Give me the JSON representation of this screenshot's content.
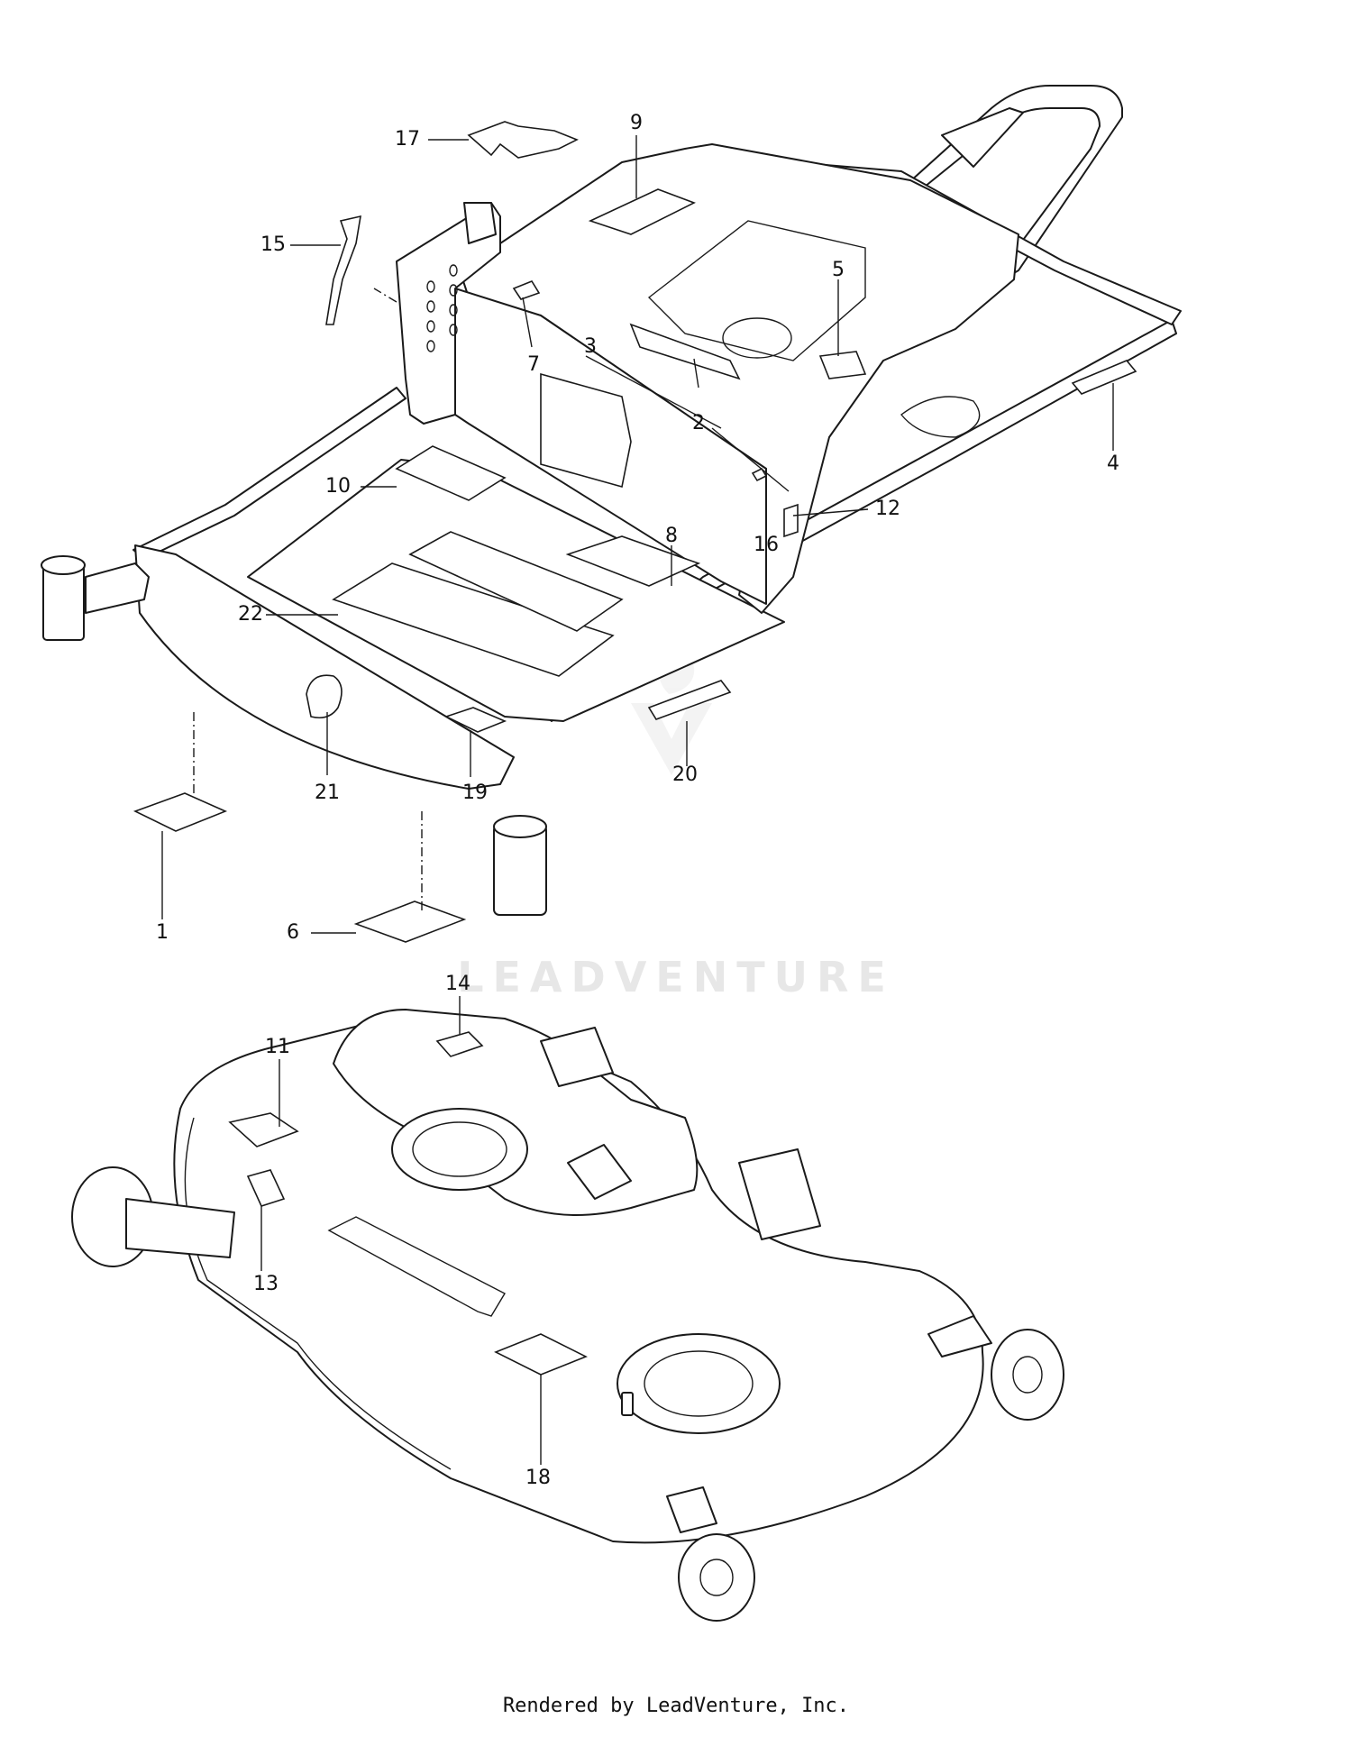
{
  "watermark": {
    "text": "LEADVENTURE"
  },
  "footer": {
    "text": "Rendered by LeadVenture, Inc."
  },
  "callouts": {
    "c1": "1",
    "c2": "2",
    "c3": "3",
    "c4": "4",
    "c5": "5",
    "c6": "6",
    "c7": "7",
    "c8": "8",
    "c9": "9",
    "c10": "10",
    "c11": "11",
    "c12": "12",
    "c13": "13",
    "c14": "14",
    "c15": "15",
    "c16": "16",
    "c17": "17",
    "c18": "18",
    "c19": "19",
    "c20": "20",
    "c21": "21",
    "c22": "22"
  }
}
